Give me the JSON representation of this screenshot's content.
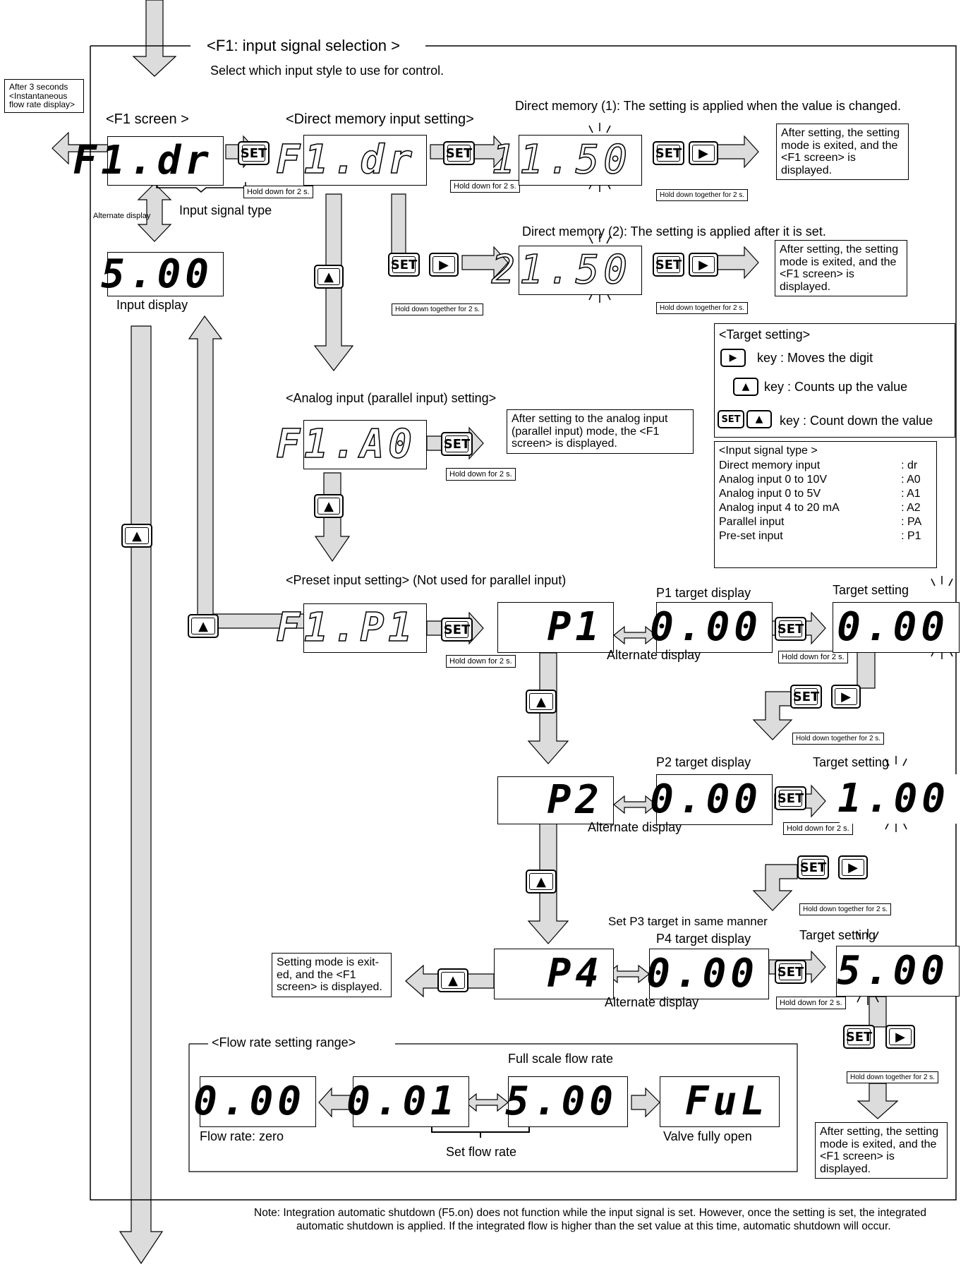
{
  "frame_title": "<F1: input signal selection >",
  "intro": "Select which input style to use for control.",
  "timeout_note": "After 3 seconds <Instantaneous flow rate display>",
  "f1_screen": {
    "label": "<F1 screen >",
    "display": "F1.dr",
    "input_signal_type": "Input signal type"
  },
  "alternate_display": "Alternate display",
  "input_display": {
    "display": "5.00",
    "label": "Input display"
  },
  "direct_memory": {
    "label": "<Direct memory input setting>",
    "display": "F1.dr",
    "dm1_label": "Direct memory (1): The setting is applied when the value is changed.",
    "dm1_display": "11.50",
    "dm2_label": "Direct memory (2): The setting is applied after it is set.",
    "dm2_display": "21.50",
    "after_note": "After setting, the setting mode is exited, and the <F1 screen> is displayed."
  },
  "hold_2s": "Hold down for 2 s.",
  "hold_together_2s": "Hold down together for 2 s.",
  "key_set": "SET",
  "analog": {
    "label": "<Analog input (parallel input) setting>",
    "display": "F1.A0",
    "note": "After setting to the analog input (parallel input) mode, the <F1 screen> is displayed."
  },
  "legend_target": {
    "title": "<Target setting>",
    "rows": [
      {
        "key": "right",
        "text": "key  : Moves the digit"
      },
      {
        "key": "up",
        "text": "key  : Counts up the value"
      },
      {
        "key": "set-up",
        "text": "key  : Count down the value"
      }
    ]
  },
  "legend_signal": {
    "title": "<Input signal type >",
    "rows": [
      {
        "name": "Direct memory input",
        "code": ": dr"
      },
      {
        "name": "Analog input  0  to 10V",
        "code": ": A0"
      },
      {
        "name": "Analog input  0 to 5V",
        "code": ": A1"
      },
      {
        "name": "Analog input  4 to 20 mA",
        "code": ": A2"
      },
      {
        "name": "Parallel input",
        "code": ": PA"
      },
      {
        "name": "Pre-set input",
        "code": ": P1"
      }
    ]
  },
  "preset": {
    "label": "<Preset input setting> (Not used for parallel input)",
    "display": "F1.P1",
    "p1": {
      "name": "P1",
      "target_label": "P1 target display",
      "target": "0.00",
      "setting_label": "Target setting",
      "setting": "0.00"
    },
    "p2": {
      "name": "P2",
      "target_label": "P2 target display",
      "target": "0.00",
      "setting_label": "Target setting",
      "setting": "1.00"
    },
    "p3_note": "Set P3 target in same manner",
    "p4": {
      "name": "P4",
      "target_label": "P4 target display",
      "target": "0.00",
      "setting_label": "Target setting",
      "setting": "5.00"
    },
    "exit_note": "Setting mode is exit-ed, and the <F1 screen> is displayed.",
    "after_note": "After setting, the setting mode is exited, and the <F1 screen> is displayed."
  },
  "flow_range": {
    "title": "<Flow rate setting range>",
    "full_scale": "Full scale flow rate",
    "zero_display": "0.00",
    "min_display": "0.01",
    "max_display": "5.00",
    "full_display": "FuL",
    "zero_label": "Flow rate: zero",
    "set_label": "Set flow rate",
    "open_label": "Valve fully open"
  },
  "footer_note": "Note: Integration automatic shutdown (F5.on) does not function while the input signal is set. However, once the setting is set, the integrated automatic shutdown is applied. If the integrated flow is higher than the set value at this time, automatic shutdown will occur."
}
